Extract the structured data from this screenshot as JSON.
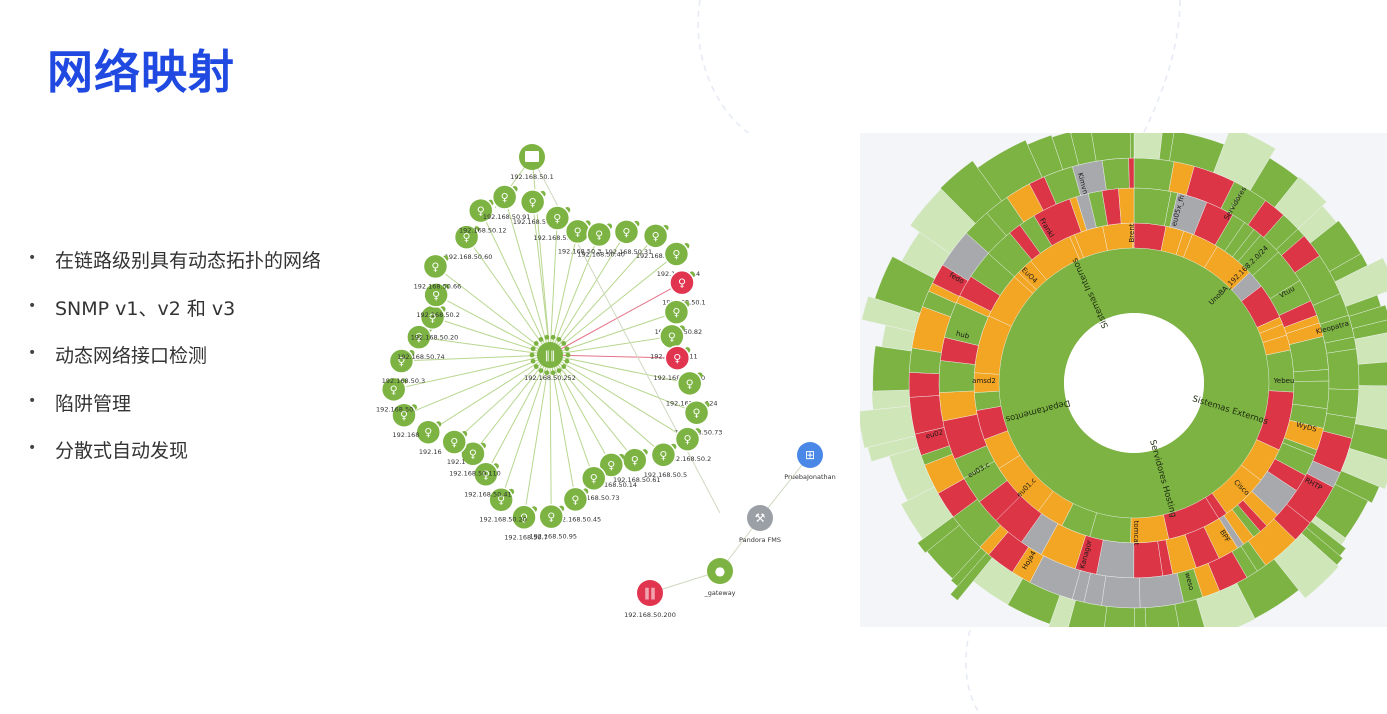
{
  "page": {
    "title": "网络映射",
    "bullets": [
      "在链路级别具有动态拓扑的网络映射",
      "SNMP v1、v2 和 v3",
      "动态网络接口检测",
      "陷阱管理",
      "分散式自动发现"
    ]
  },
  "colors": {
    "title": "#1f49e0",
    "node_green": "#7cb342",
    "node_red": "#e0344f",
    "node_gray": "#9aa0a6",
    "node_blue": "#4a88e8",
    "sun_green": "#7cb342",
    "sun_light": "#cfe6b8",
    "sun_orange": "#f3a623",
    "sun_red": "#dc3545",
    "sun_gray": "#a7a9ac"
  },
  "topology": {
    "center_label": "192.168.50.252",
    "top_label": "192.168.50.1",
    "labels": [
      "192.168.50.60",
      "192.168.50.12",
      "192.168.50.91",
      "192.168.50.9",
      "192.168.50.111",
      "192.168.50.3",
      "192.168.50.40",
      "192.168.50.31",
      "192.168.50.8",
      "192.168.50.4",
      "192.168.50.1",
      "192.168.50.82",
      "192.168.50.11",
      "192.168.50.160",
      "192.168.50.124",
      "192.168.50.73",
      "192.168.50.2",
      "192.168.50.5",
      "192.168.50.61",
      "192.168.50.14",
      "192.168.50.73",
      "192.168.50.45",
      "192.168.50.95",
      "192.168.50.7",
      "192.168.50.20",
      "192.168.50.41",
      "192.168.50.110",
      "192.1",
      "192.16",
      "192.168",
      "192.168.50.",
      "192.168.50.3",
      "192.168.50.74",
      "192.168.50.20",
      "192.168.50.2",
      "192.168.50.66"
    ],
    "extra_nodes": {
      "prueba": "PruebaJonathan",
      "pandora": "Pandora FMS",
      "gateway": "_gateway",
      "bottom": "192.168.50.200"
    }
  },
  "sunburst": {
    "inner_labels": [
      "Sistemas Internos",
      "Sistemas Externos",
      "Servidores Hosting",
      "Departamentos"
    ],
    "segment_labels": [
      "Brent",
      "eu05x_fh",
      "Servidores",
      "UnoBA_192.168.2.0/24",
      "Vtuu",
      "Kleopatra",
      "Yebeu",
      "WyDS",
      "RHTP",
      "Cisco",
      "BPF",
      "weso",
      "tomcat",
      "Kanagor",
      "Hoja4",
      "eu01.c",
      "eu03.c",
      "eu02",
      "amsd2",
      "hub",
      "fedo",
      "EuO4",
      "Frankl",
      "Kimvn"
    ]
  }
}
